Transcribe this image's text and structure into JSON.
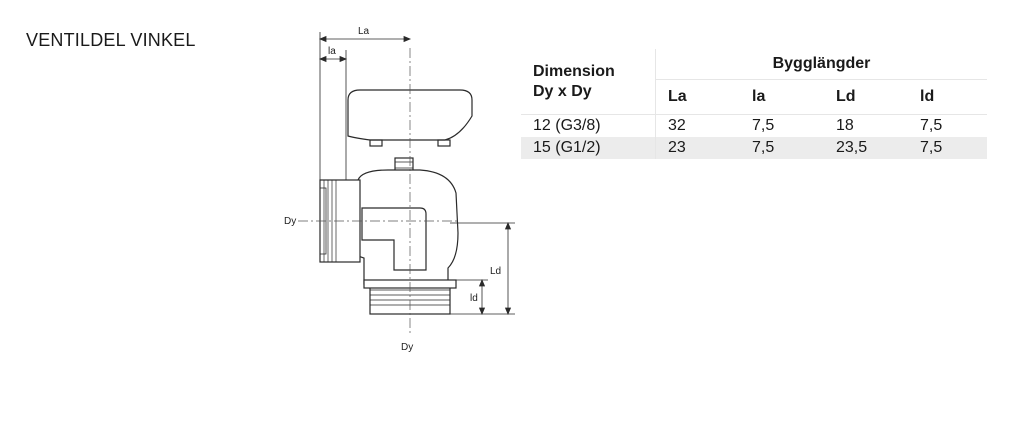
{
  "title": "VENTILDEL VINKEL",
  "drawing": {
    "labels": {
      "La": "La",
      "la": "la",
      "Dy_left": "Dy",
      "Dy_bottom": "Dy",
      "Ld": "Ld",
      "ld": "ld"
    }
  },
  "table": {
    "dimension_header": [
      "Dimension",
      "Dy x Dy"
    ],
    "group_header": "Bygglängder",
    "columns": [
      "La",
      "la",
      "Ld",
      "ld"
    ],
    "rows": [
      {
        "dimension": "12 (G3/8)",
        "La": "32",
        "la": "7,5",
        "Ld": "18",
        "ld": "7,5"
      },
      {
        "dimension": "15 (G1/2)",
        "La": "23",
        "la": "7,5",
        "Ld": "23,5",
        "ld": "7,5"
      }
    ],
    "colors": {
      "alt_row": "#ececec",
      "rule": "#e6e6e6"
    }
  }
}
